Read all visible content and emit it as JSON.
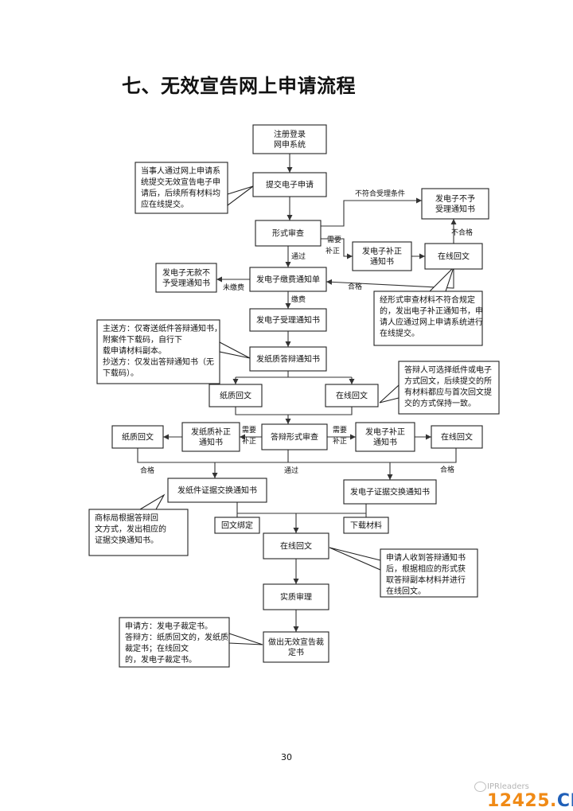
{
  "title": "七、无效宣告网上申请流程",
  "page_number": "30",
  "watermark": "IPRleaders",
  "logo": {
    "num": "12425",
    "dot": ".",
    "cn": "CN"
  },
  "nodes": {
    "n_register": [
      "注册登录",
      "网申系统"
    ],
    "n_submit": [
      "提交电子申请"
    ],
    "n_formal": [
      "形式审查"
    ],
    "n_reject": [
      "发电子不予",
      "受理通知书"
    ],
    "n_correct": [
      "发电子补正",
      "通知书"
    ],
    "n_online_reply1": [
      "在线回文"
    ],
    "n_fee_notice": [
      "发电子缴费通知单"
    ],
    "n_nopay_reject": [
      "发电子无款不",
      "予受理通知书"
    ],
    "n_accept_notice": [
      "发电子受理通知书"
    ],
    "n_paper_defense": [
      "发纸质答辩通知书"
    ],
    "n_paper_reply": [
      "纸质回文"
    ],
    "n_online_reply2": [
      "在线回文"
    ],
    "n_defense_formal": [
      "答辩形式审查"
    ],
    "n_paper_correct": [
      "发纸质补正",
      "通知书"
    ],
    "n_paper_reply2": [
      "纸质回文"
    ],
    "n_elec_correct2": [
      "发电子补正",
      "通知书"
    ],
    "n_online_reply3": [
      "在线回文"
    ],
    "n_paper_exchange": [
      "发纸件证据交换通知书"
    ],
    "n_elec_exchange": [
      "发电子证据交换通知书"
    ],
    "n_bind": [
      "回文绑定"
    ],
    "n_download": [
      "下载材料"
    ],
    "n_online_reply4": [
      "在线回文"
    ],
    "n_substantive": [
      "实质审理"
    ],
    "n_decision": [
      "做出无效宣告裁",
      "定书"
    ]
  },
  "notes": {
    "note_submit": [
      "当事人通过网上申请系",
      "统提交无效宣告电子申",
      "请后，后续所有材料均",
      "应在线提交。"
    ],
    "note_correct": [
      "经形式审查材料不符合规定",
      "的，发出电子补正通知书，申",
      "请人应通过网上申请系统进行",
      "在线提交。"
    ],
    "note_main_copy": [
      "主送方：仅寄送纸件答辩通知书，",
      "附案件下载码，自行下",
      "载申请材料副本。",
      "抄送方：仅发出答辩通知书（无",
      "下载码）。"
    ],
    "note_defense": [
      "答辩人可选择纸件或电子",
      "方式回文，后续提交的所",
      "有材料都应与首次回文提",
      "交的方式保持一致。"
    ],
    "note_tmo": [
      "商标局根据答辩回",
      "文方式，发出相应的",
      "证据交换通知书。"
    ],
    "note_applicant": [
      "申请人收到答辩通知书",
      "后，根据相应的形式获",
      "取答辩副本材料并进行",
      "在线回文。"
    ],
    "note_parties": [
      "申请方：发电子裁定书。",
      "答辩方：纸质回文的，发纸质",
      "裁定书；在线回文",
      "的，发电子裁定书。"
    ]
  },
  "edge_labels": {
    "not_meet": "不符合受理条件",
    "need": "需要",
    "correct": "补正",
    "fail": "不合格",
    "pass": "通过",
    "no_pay": "未缴费",
    "qualified": "合格",
    "paid": "缴费"
  }
}
